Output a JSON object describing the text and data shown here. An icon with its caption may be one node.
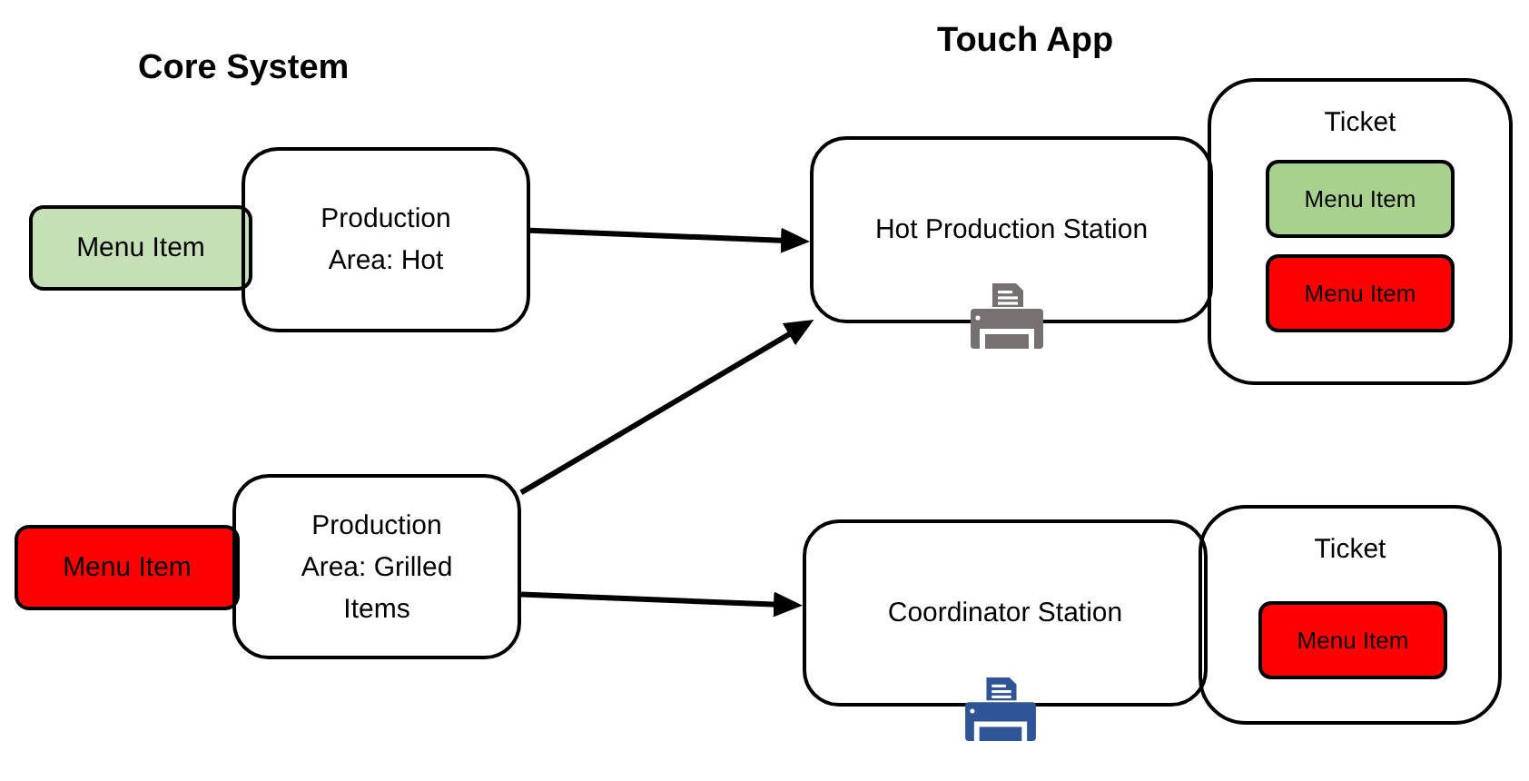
{
  "diagram": {
    "nodes": [
      {
        "text": [
          "Menu Item"
        ]
      },
      {
        "text": [
          "Production Area: Hot"
        ]
      },
      {
        "text": [
          "Menu Item"
        ]
      },
      {
        "text": [
          "Production Area: Grilled Items"
        ]
      },
      {
        "text": [
          "Hot Production Station"
        ]
      },
      {
        "text": [
          "Ticket"
        ]
      },
      {
        "text": [
          "Menu Item"
        ],
        "in": 5
      },
      {
        "text": [
          "Menu Item"
        ],
        "in": 5
      },
      {
        "text": [
          "Coordinator Station"
        ]
      },
      {
        "text": [
          "Ticket"
        ]
      },
      {
        "text": [
          "Menu Item"
        ],
        "in": 9
      }
    ],
    "edges": [
      {
        "from": 1,
        "to": 4,
        "arrow": "to"
      },
      {
        "from": 3,
        "to": 4,
        "arrow": "to"
      },
      {
        "from": 3,
        "to": 8,
        "arrow": "to"
      }
    ],
    "labels": [
      "Core System",
      "Touch App"
    ]
  }
}
